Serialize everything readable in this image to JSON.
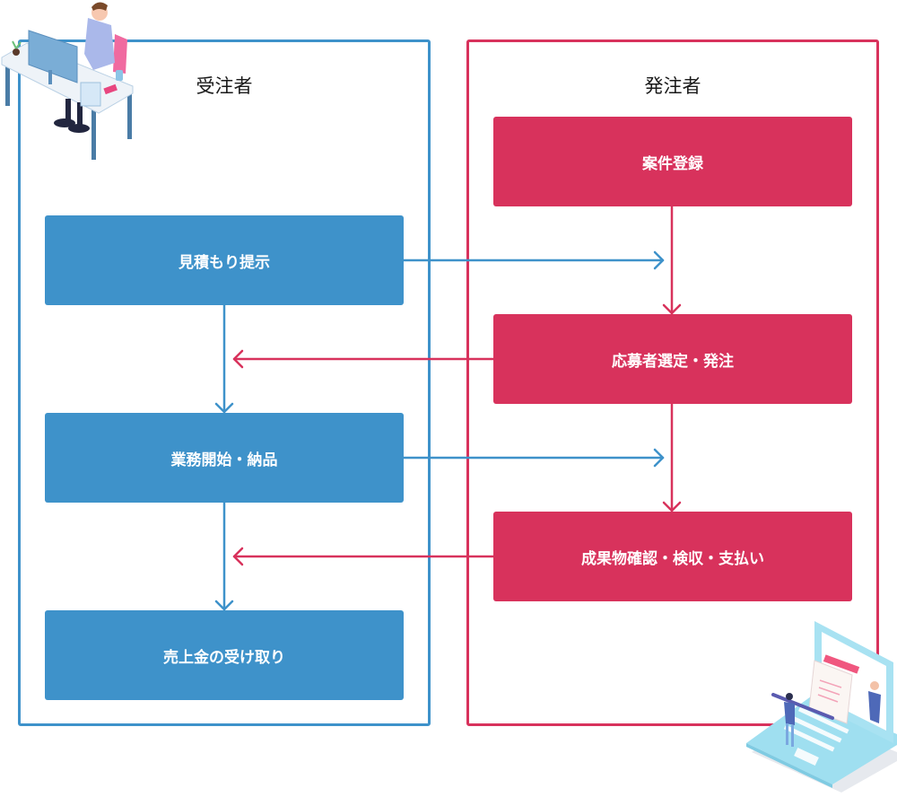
{
  "colors": {
    "contractor": "#3e92ca",
    "client": "#d8325c",
    "title_text": "#1a1a1a"
  },
  "lanes": {
    "contractor": {
      "title": "受注者",
      "steps": [
        "見積もり提示",
        "業務開始・納品",
        "売上金の受け取り"
      ]
    },
    "client": {
      "title": "発注者",
      "steps": [
        "案件登録",
        "応募者選定・発注",
        "成果物確認・検収・支払い"
      ]
    }
  },
  "illustrations": {
    "top_left": "person-at-desk-illustration",
    "bottom_right": "laptop-with-document-illustration"
  }
}
